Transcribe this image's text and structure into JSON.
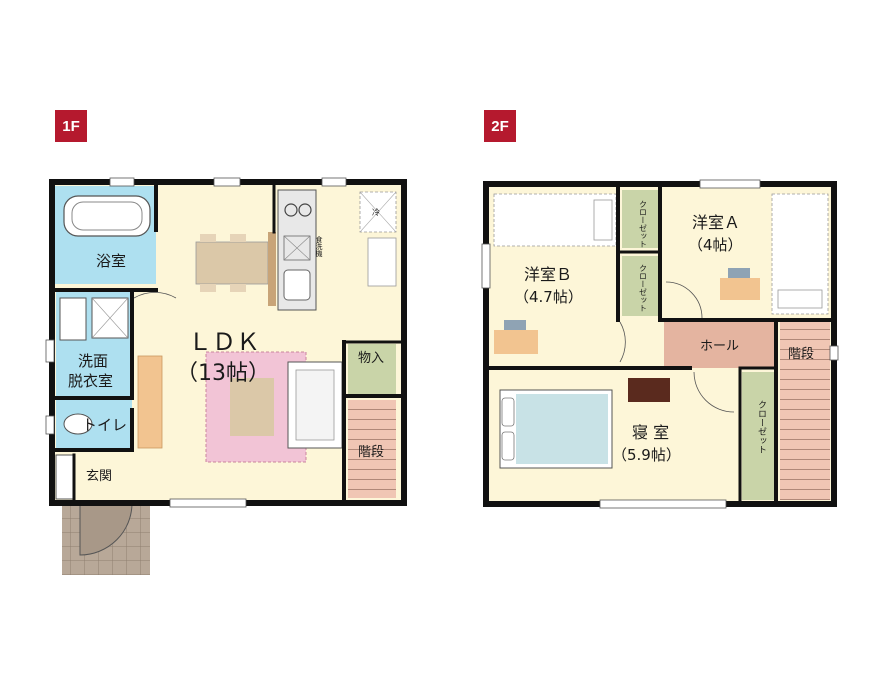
{
  "floors": {
    "first": {
      "tag": "1F",
      "rooms": {
        "bath": "浴室",
        "washroom_line1": "洗面",
        "washroom_line2": "脱衣室",
        "toilet": "トイレ",
        "entrance": "玄関",
        "ldk_line1": "ＬＤＫ",
        "ldk_line2": "（13帖）",
        "storage": "物入",
        "stairs": "階段"
      },
      "fixtures": {
        "dishwasher": "食洗機",
        "fridge": "冷"
      }
    },
    "second": {
      "tag": "2F",
      "rooms": {
        "room_a_line1": "洋室Ａ",
        "room_a_line2": "（4帖）",
        "room_b_line1": "洋室Ｂ",
        "room_b_line2": "（4.7帖）",
        "hall": "ホール",
        "stairs": "階段",
        "bedroom_line1": "寝 室",
        "bedroom_line2": "（5.9帖）",
        "closet": "クローゼット"
      }
    }
  },
  "colors": {
    "wall": "#111111",
    "floor": "#fdf6d8",
    "bath": "#aee0f0",
    "storage": "#c9d4a8",
    "hall": "#e4b4a0",
    "rug": "#f2c4d6",
    "tile": "#b8a898",
    "table": "#dbc8a8",
    "bed": "#c8e2e6",
    "brand": "#b5192e"
  }
}
